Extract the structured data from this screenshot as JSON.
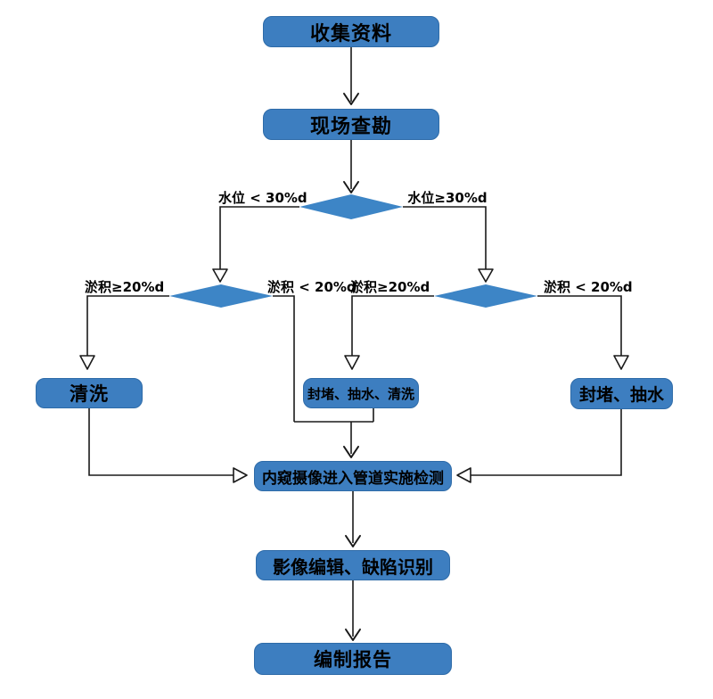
{
  "nodes": {
    "collect": "收集资料",
    "survey": "现场查勘",
    "clean": "清洗",
    "seal_pump_clean": "封堵、抽水、清洗",
    "seal_pump": "封堵、抽水",
    "inspect": "内窥摄像进入管道实施检测",
    "edit": "影像编辑、缺陷识别",
    "report": "编制报告"
  },
  "edge_labels": {
    "water_lt": "水位 < 30%d",
    "water_ge": "水位≥30%d",
    "silt_ge_left": "淤积≥20%d",
    "silt_lt_left": "淤积 < 20%d",
    "silt_ge_right": "淤积≥20%d",
    "silt_lt_right": "淤积 < 20%d"
  },
  "colors": {
    "node_fill": "#3D7EC0",
    "node_border": "#2E6BA8",
    "diamond_fill": "#3D85C6",
    "line": "#1A1A1A",
    "text": "#000000",
    "background": "#FFFFFF"
  }
}
